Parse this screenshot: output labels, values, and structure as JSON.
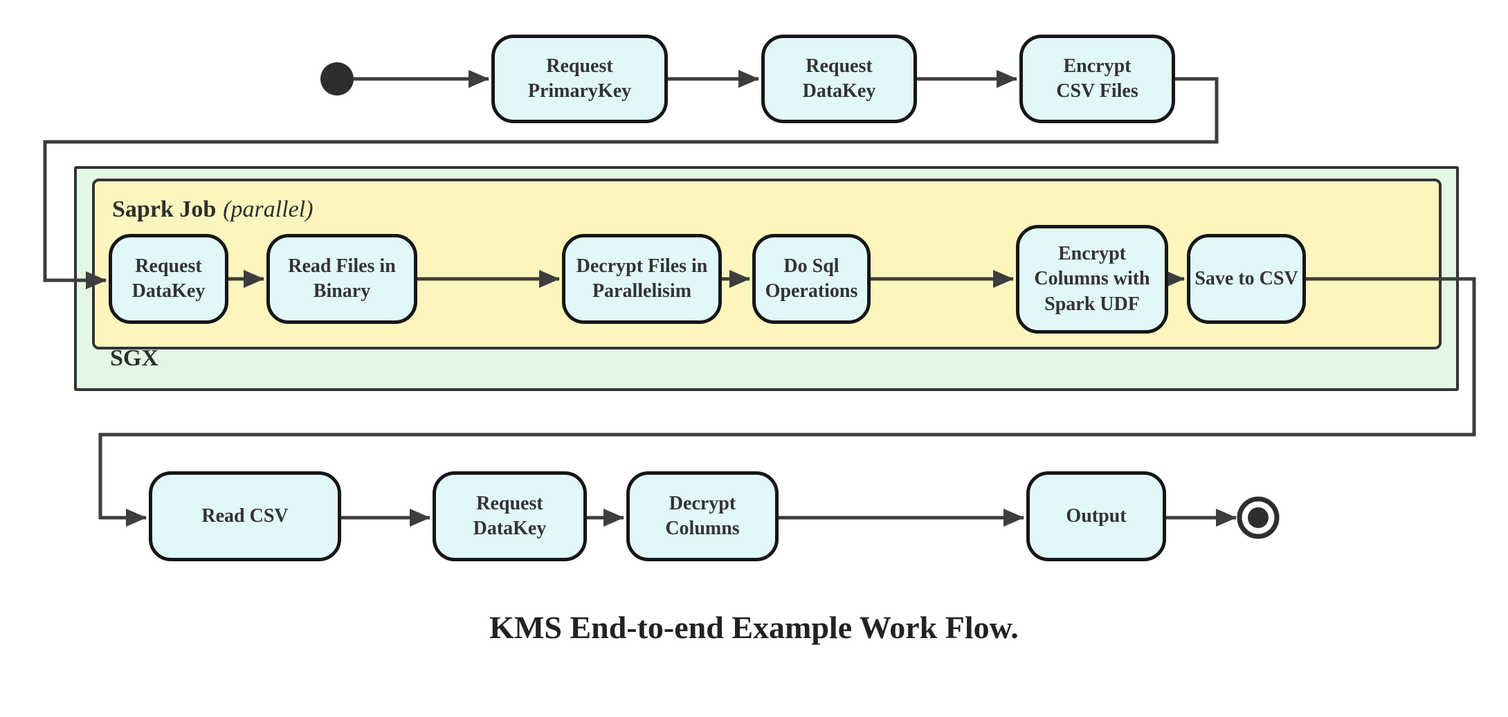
{
  "diagram": {
    "caption": "KMS End-to-end Example Work Flow.",
    "containers": {
      "sgx_label": "SGX",
      "spark_job_label": "Saprk Job",
      "spark_job_qualifier": "(parallel)"
    },
    "nodes": {
      "top": [
        {
          "label": "Request\nPrimaryKey"
        },
        {
          "label": "Request\nDataKey"
        },
        {
          "label": "Encrypt\nCSV Files"
        }
      ],
      "spark": [
        {
          "label": "Request\nDataKey"
        },
        {
          "label": "Read Files in\nBinary"
        },
        {
          "label": "Decrypt Files in\nParallelisim"
        },
        {
          "label": "Do Sql\nOperations"
        },
        {
          "label": "Encrypt\nColumns with\nSpark UDF"
        },
        {
          "label": "Save to CSV"
        }
      ],
      "bottom": [
        {
          "label": "Read CSV"
        },
        {
          "label": "Request DataKey"
        },
        {
          "label": "Decrypt Columns"
        },
        {
          "label": "Output"
        }
      ]
    },
    "markers": {
      "start": "start-state",
      "end": "end-state"
    },
    "colors": {
      "node_fill": "#e1f7fa",
      "node_border": "#161616",
      "spark_container_fill": "#fcf6be",
      "sgx_container_fill": "#e2f8e3",
      "container_border": "#333333",
      "line": "#3d3d3d",
      "text": "#333333"
    }
  }
}
